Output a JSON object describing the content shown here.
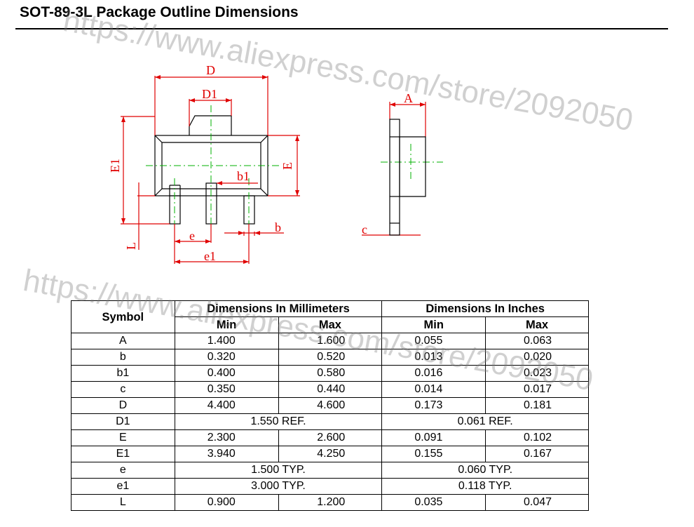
{
  "title": "SOT-89-3L Package Outline Dimensions",
  "watermark": {
    "line1": "https://www.aliexpress.com/store/2092050",
    "line2": "https://www.aliexpress.com/store/2092050"
  },
  "drawing_labels": {
    "D": "D",
    "D1": "D1",
    "E1": "E1",
    "E": "E",
    "b1": "b1",
    "b": "b",
    "e": "e",
    "e1": "e1",
    "L": "L",
    "A": "A",
    "c": "c"
  },
  "colors": {
    "outline": "#000000",
    "dimension": "#e00000",
    "centerline": "#00b000"
  },
  "table": {
    "symbol_header": "Symbol",
    "mm_header": "Dimensions In Millimeters",
    "in_header": "Dimensions In Inches",
    "min": "Min",
    "max": "Max",
    "rows": [
      {
        "sym": "A",
        "mm_min": "1.400",
        "mm_max": "1.600",
        "in_min": "0.055",
        "in_max": "0.063"
      },
      {
        "sym": "b",
        "mm_min": "0.320",
        "mm_max": "0.520",
        "in_min": "0.013",
        "in_max": "0.020"
      },
      {
        "sym": "b1",
        "mm_min": "0.400",
        "mm_max": "0.580",
        "in_min": "0.016",
        "in_max": "0.023"
      },
      {
        "sym": "c",
        "mm_min": "0.350",
        "mm_max": "0.440",
        "in_min": "0.014",
        "in_max": "0.017"
      },
      {
        "sym": "D",
        "mm_min": "4.400",
        "mm_max": "4.600",
        "in_min": "0.173",
        "in_max": "0.181"
      },
      {
        "sym": "D1",
        "mm": "1.550 REF.",
        "in": "0.061 REF."
      },
      {
        "sym": "E",
        "mm_min": "2.300",
        "mm_max": "2.600",
        "in_min": "0.091",
        "in_max": "0.102"
      },
      {
        "sym": "E1",
        "mm_min": "3.940",
        "mm_max": "4.250",
        "in_min": "0.155",
        "in_max": "0.167"
      },
      {
        "sym": "e",
        "mm": "1.500 TYP.",
        "in": "0.060 TYP."
      },
      {
        "sym": "e1",
        "mm": "3.000 TYP.",
        "in": "0.118 TYP."
      },
      {
        "sym": "L",
        "mm_min": "0.900",
        "mm_max": "1.200",
        "in_min": "0.035",
        "in_max": "0.047"
      }
    ]
  }
}
